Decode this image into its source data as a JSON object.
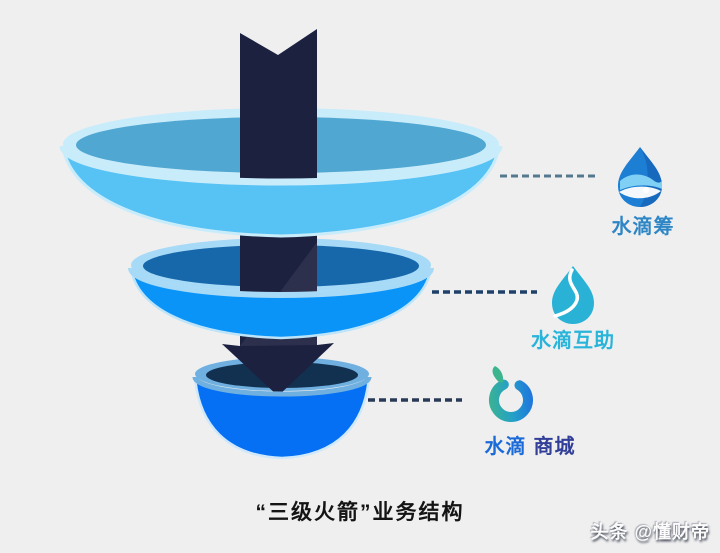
{
  "background": "#efeff0",
  "caption": {
    "text": "“三级火箭”业务结构",
    "color": "#141414"
  },
  "watermark": {
    "text": "头条 @懂财帝"
  },
  "arrow": {
    "color": "#1c2140"
  },
  "funnel": {
    "tiers": [
      {
        "label": "水滴筹",
        "label_color": "#2e86c5",
        "body": "#57c2f4",
        "rim": "#c9ecfb",
        "inner": "#4fa7d2",
        "edge": "#c9ecfb",
        "connector_color": "#54788e"
      },
      {
        "label": "水滴互助",
        "label_color": "#29b4da",
        "body": "#0a94f8",
        "rim": "#a6daf6",
        "inner": "#1767ab",
        "edge": "#bde4f8",
        "connector_color": "#1f4068"
      },
      {
        "label_part1": "水滴",
        "label_part2": "商城",
        "label_part1_color": "#1a6ad8",
        "label_part2_color": "#323f98",
        "body": "#0670f5",
        "rim": "#6fb0e0",
        "inner": "#123050",
        "edge": "#cfe9fb",
        "connector_color": "#2a3a56"
      }
    ]
  },
  "icons": {
    "shuidichou": {
      "base": "#1d7fd4",
      "dark": "#1565b8",
      "wave_light": "#7fd0f4",
      "wave_white": "#ffffff"
    },
    "huzhu": {
      "base": "#29b2d6",
      "curve": "#ffffff"
    },
    "mall": {
      "teal": "#3cb48e",
      "blue": "#1e6fe0"
    }
  }
}
